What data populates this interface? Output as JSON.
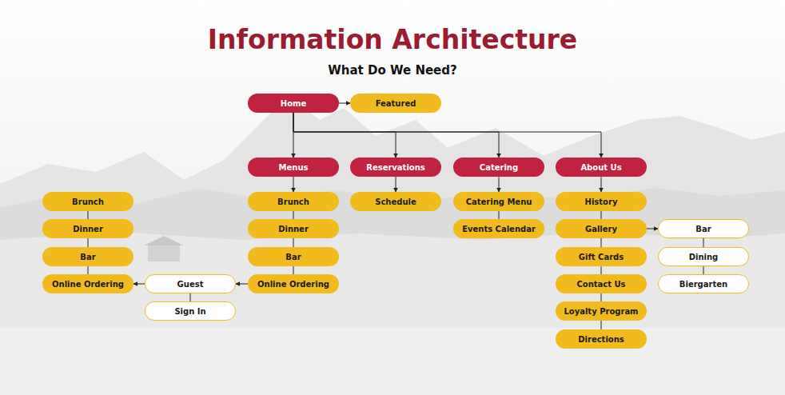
{
  "diagram": {
    "title": "Information Architecture",
    "nodes": [
      {
        "text": [
          "Home"
        ]
      },
      {
        "text": [
          "Featured"
        ]
      },
      {
        "text": [
          "Menus"
        ]
      },
      {
        "text": [
          "Reservations"
        ]
      },
      {
        "text": [
          "Catering"
        ]
      },
      {
        "text": [
          "About Us"
        ]
      },
      {
        "text": [
          "Brunch"
        ]
      },
      {
        "text": [
          "Dinner"
        ]
      },
      {
        "text": [
          "Bar"
        ]
      },
      {
        "text": [
          "Online Ordering"
        ]
      },
      {
        "text": [
          "Brunch"
        ]
      },
      {
        "text": [
          "Dinner"
        ]
      },
      {
        "text": [
          "Bar"
        ]
      },
      {
        "text": [
          "Online Ordering"
        ]
      },
      {
        "text": [
          "Guest"
        ]
      },
      {
        "text": [
          "Sign In"
        ]
      },
      {
        "text": [
          "Schedule"
        ]
      },
      {
        "text": [
          "Catering Menu"
        ]
      },
      {
        "text": [
          "Events Calendar"
        ]
      },
      {
        "text": [
          "History"
        ]
      },
      {
        "text": [
          "Gallery"
        ]
      },
      {
        "text": [
          "Gift Cards"
        ]
      },
      {
        "text": [
          "Contact Us"
        ]
      },
      {
        "text": [
          "Loyalty Program"
        ]
      },
      {
        "text": [
          "Directions"
        ]
      },
      {
        "text": [
          "Bar"
        ]
      },
      {
        "text": [
          "Dining"
        ]
      },
      {
        "text": [
          "Biergarten"
        ]
      }
    ],
    "edges": [
      {
        "from": 0,
        "to": 1,
        "arrow": "to"
      },
      {
        "from": 0,
        "to": 2,
        "arrow": "to"
      },
      {
        "from": 0,
        "to": 3,
        "arrow": "to"
      },
      {
        "from": 0,
        "to": 4,
        "arrow": "to"
      },
      {
        "from": 0,
        "to": 5,
        "arrow": "to"
      },
      {
        "from": 6,
        "to": 7,
        "arrow": "none"
      },
      {
        "from": 7,
        "to": 8,
        "arrow": "none"
      },
      {
        "from": 8,
        "to": 9,
        "arrow": "none"
      },
      {
        "from": 2,
        "to": 10,
        "arrow": "to"
      },
      {
        "from": 10,
        "to": 11,
        "arrow": "none"
      },
      {
        "from": 11,
        "to": 12,
        "arrow": "none"
      },
      {
        "from": 12,
        "to": 13,
        "arrow": "none"
      },
      {
        "from": 13,
        "to": 14,
        "arrow": "to"
      },
      {
        "from": 14,
        "to": 9,
        "arrow": "to"
      },
      {
        "from": 14,
        "to": 15,
        "arrow": "none"
      },
      {
        "from": 3,
        "to": 16,
        "arrow": "to"
      },
      {
        "from": 4,
        "to": 17,
        "arrow": "to"
      },
      {
        "from": 17,
        "to": 18,
        "arrow": "none"
      },
      {
        "from": 5,
        "to": 19,
        "arrow": "to"
      },
      {
        "from": 19,
        "to": 20,
        "arrow": "none"
      },
      {
        "from": 20,
        "to": 21,
        "arrow": "none"
      },
      {
        "from": 21,
        "to": 22,
        "arrow": "none"
      },
      {
        "from": 22,
        "to": 23,
        "arrow": "none"
      },
      {
        "from": 23,
        "to": 24,
        "arrow": "none"
      },
      {
        "from": 20,
        "to": 25,
        "arrow": "to"
      },
      {
        "from": 25,
        "to": 26,
        "arrow": "none"
      },
      {
        "from": 26,
        "to": 27,
        "arrow": "none"
      }
    ],
    "labels": [
      "What Do We Need?"
    ]
  }
}
